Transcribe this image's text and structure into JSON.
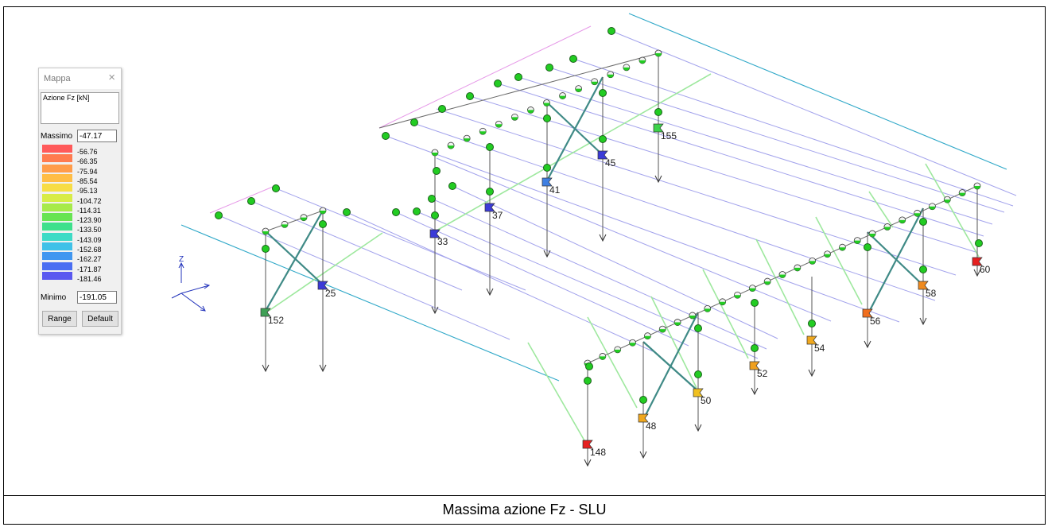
{
  "caption": "Massima azione Fz - SLU",
  "axis_label": "Z",
  "legend": {
    "title": "Mappa",
    "close_glyph": "×",
    "description": "Azione Fz [kN]",
    "max_label": "Massimo",
    "max_value": "-47.17",
    "min_label": "Minimo",
    "min_value": "-191.05",
    "range_button": "Range",
    "default_button": "Default",
    "ticks": [
      "-56.76",
      "-66.35",
      "-75.94",
      "-85.54",
      "-95.13",
      "-104.72",
      "-114.31",
      "-123.90",
      "-133.50",
      "-143.09",
      "-152.68",
      "-162.27",
      "-171.87",
      "-181.46"
    ],
    "colors": [
      "#ff5a5a",
      "#ff7b4f",
      "#ff9c4a",
      "#ffbd45",
      "#f7dd45",
      "#d8ec47",
      "#a7ea4a",
      "#67e452",
      "#3ee08c",
      "#3edbc6",
      "#3fc1e8",
      "#4096f0",
      "#4a6ef2",
      "#5a58f0"
    ]
  },
  "node_labels": [
    "155",
    "45",
    "41",
    "37",
    "33",
    "25",
    "152",
    "60",
    "58",
    "56",
    "54",
    "52",
    "50",
    "48",
    "148"
  ],
  "colors": {
    "beam": "#a3a3ec",
    "beam_pink": "#e69ae8",
    "cyan_line": "#2fa8c8",
    "light_green": "#9ee89e",
    "brace": "#3f8a86",
    "column": "#555555",
    "node_green": "#22cc22",
    "triad": "#2233bb"
  }
}
